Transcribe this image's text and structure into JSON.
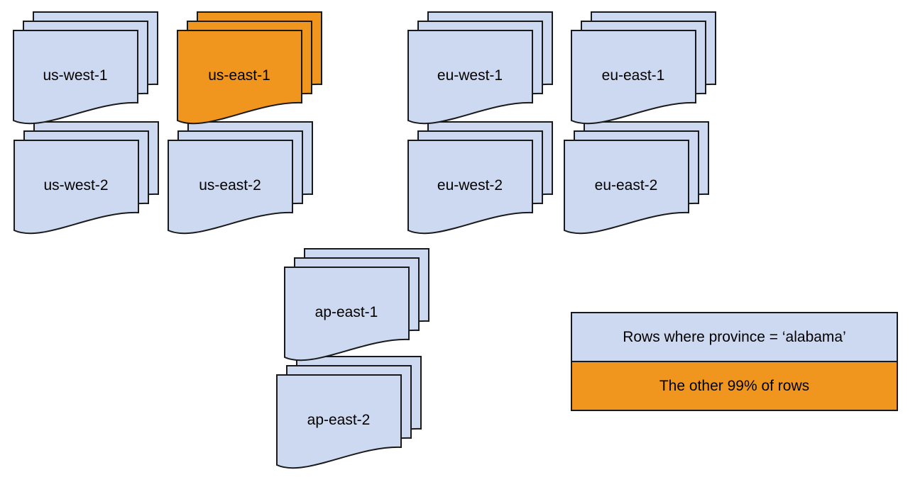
{
  "diagram": {
    "description": "Document stacks per cloud region; one region highlighted",
    "stacks": [
      {
        "label": "us-west-1",
        "variant": "blue"
      },
      {
        "label": "us-east-1",
        "variant": "orange"
      },
      {
        "label": "eu-west-1",
        "variant": "blue"
      },
      {
        "label": "eu-east-1",
        "variant": "blue"
      },
      {
        "label": "us-west-2",
        "variant": "blue"
      },
      {
        "label": "us-east-2",
        "variant": "blue"
      },
      {
        "label": "eu-west-2",
        "variant": "blue"
      },
      {
        "label": "eu-east-2",
        "variant": "blue"
      },
      {
        "label": "ap-east-1",
        "variant": "blue"
      },
      {
        "label": "ap-east-2",
        "variant": "blue"
      }
    ],
    "legend": {
      "items": [
        {
          "label": "Rows where province = ‘alabama’",
          "color": "#cdd9f0"
        },
        {
          "label": "The other 99% of rows",
          "color": "#f0961e"
        }
      ]
    },
    "colors": {
      "document_blue": "#cdd9f0",
      "highlight_orange": "#f0961e",
      "stroke": "#1a1a1a",
      "background": "#ffffff"
    }
  }
}
